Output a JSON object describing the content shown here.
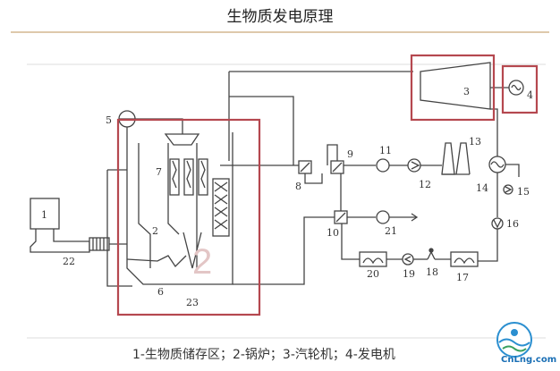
{
  "title": "生物质发电原理",
  "caption": "1-生物质储存区；2-锅炉；3-汽轮机；4-发电机",
  "logo_text": "CnLng.com",
  "highlight_color": "#b5484f",
  "line_color": "#444444",
  "accent_line_color": "#c9a979",
  "components": [
    {
      "id": "storage",
      "label": "1"
    },
    {
      "id": "boiler-big-label",
      "label": "2"
    },
    {
      "id": "boiler-small-label",
      "label": "2"
    },
    {
      "id": "turbine",
      "label": "3"
    },
    {
      "id": "generator",
      "label": "4"
    },
    {
      "id": "drum",
      "label": "5"
    },
    {
      "id": "ash-hopper",
      "label": "6"
    },
    {
      "id": "superheater",
      "label": "7"
    },
    {
      "id": "hx-8",
      "label": "8"
    },
    {
      "id": "hx-9",
      "label": "9"
    },
    {
      "id": "hx-10",
      "label": "10"
    },
    {
      "id": "valve-11",
      "label": "11"
    },
    {
      "id": "pump-12",
      "label": "12"
    },
    {
      "id": "tower-13",
      "label": "13"
    },
    {
      "id": "condenser-14",
      "label": "14"
    },
    {
      "id": "pump-15",
      "label": "15"
    },
    {
      "id": "pump-16",
      "label": "16"
    },
    {
      "id": "heater-17",
      "label": "17"
    },
    {
      "id": "deaerator-18",
      "label": "18"
    },
    {
      "id": "pump-19",
      "label": "19"
    },
    {
      "id": "heater-20",
      "label": "20"
    },
    {
      "id": "fan-21",
      "label": "21"
    },
    {
      "id": "feeder-22",
      "label": "22"
    },
    {
      "id": "grate-23",
      "label": "23"
    }
  ]
}
